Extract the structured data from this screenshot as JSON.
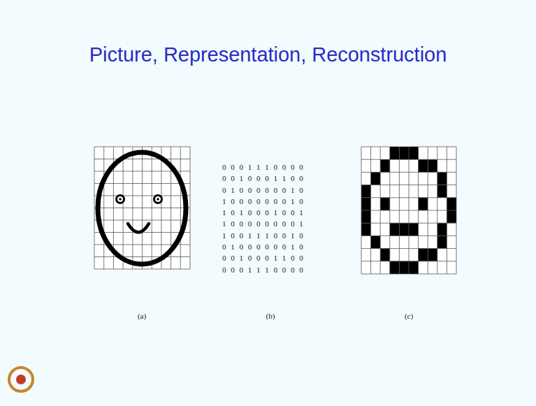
{
  "diagram": {
    "title": "Picture, Representation, Reconstruction",
    "labels": [
      "0 0 0 1 1 1 0 0 0 0",
      "0 0 1 0 0 0 1 1 0 0",
      "0 1 0 0 0 0 0 0 1 0",
      "1 0 0 0 0 0 0 0 1 0",
      "1 0 1 0 0 0 1 0 0 1",
      "1 0 0 0 0 0 0 0 0 1",
      "1 0 0 1 1 1 0 0 1 0",
      "0 1 0 0 0 0 0 0 1 0",
      "0 0 1 0 0 0 1 1 0 0",
      "0 0 0 1 1 1 0 0 0 0",
      "(a)",
      "(b)",
      "(c)"
    ]
  }
}
